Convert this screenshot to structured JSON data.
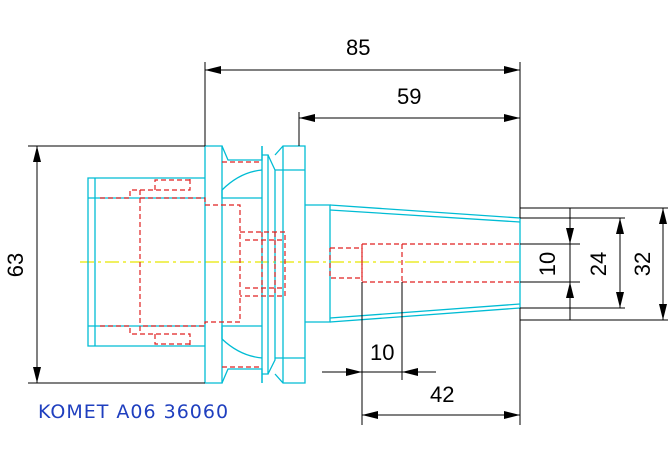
{
  "dimensions": {
    "overall_length": "85",
    "shank_length": "59",
    "flange_diameter": "63",
    "bore_diameter": "10",
    "taper_small_diameter": "24",
    "taper_large_diameter": "32",
    "bore_offset": "10",
    "bore_depth": "42"
  },
  "product_label": "KOMET A06 36060",
  "colors": {
    "outline": "#00bcd4",
    "hidden_lines": "#e02020",
    "center_line": "#e6e600",
    "dimension_lines": "#000000",
    "label": "#1f3fbf"
  }
}
